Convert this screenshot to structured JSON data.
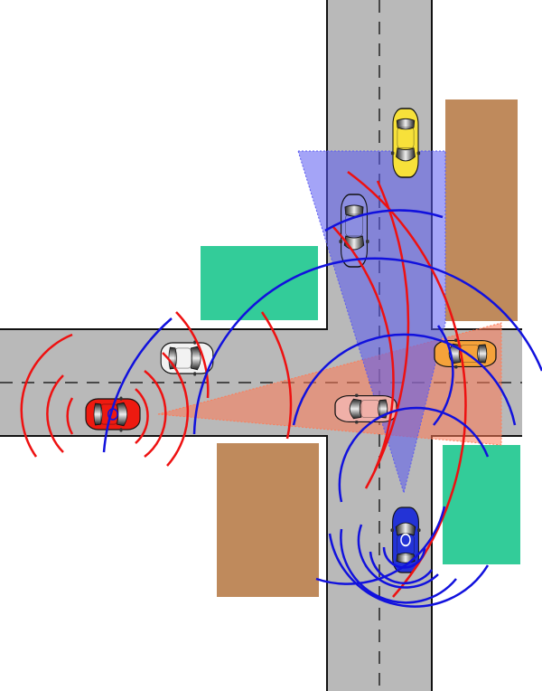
{
  "scene": {
    "colors": {
      "road": "#b9b9b9",
      "road_edge": "#111111",
      "center_line": "#222222",
      "building_brown": "#bf8a5c",
      "building_green": "#33cc99",
      "red_wave": "#ee1111",
      "blue_wave": "#1111dd",
      "red_cone": "#ff7a55",
      "blue_cone": "#5a5af0"
    },
    "vehicles": [
      {
        "name": "red-car-icon",
        "color": "#ee1a10",
        "heading": "east",
        "emits": "red"
      },
      {
        "name": "white-car-icon",
        "color": "#f2f2f2",
        "heading": "east",
        "emits": "none"
      },
      {
        "name": "blue-car-icon",
        "color": "#2333d6",
        "heading": "north",
        "emits": "blue"
      },
      {
        "name": "yellow-car-icon",
        "color": "#f7e13a",
        "heading": "south",
        "emits": "none"
      },
      {
        "name": "purple-car-icon",
        "color": "#8c8ee0",
        "heading": "south",
        "emits": "none"
      },
      {
        "name": "orange-car-icon",
        "color": "#f5a23a",
        "heading": "west",
        "emits": "none"
      },
      {
        "name": "pink-car-icon",
        "color": "#f0b0a8",
        "heading": "west",
        "emits": "none"
      }
    ]
  }
}
